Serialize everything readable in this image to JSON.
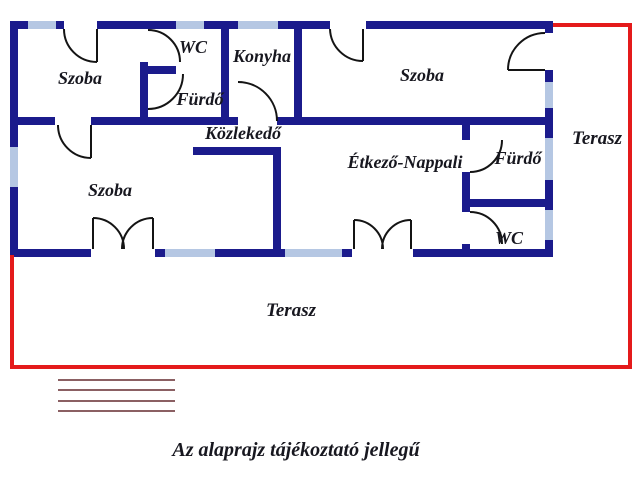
{
  "colors": {
    "wall": "#1b1b8c",
    "window": "#b5c7e3",
    "terrace": "#e41a1b",
    "notes": "#8b6063",
    "text": "#17171f",
    "door": "#141414"
  },
  "rooms": {
    "szoba_top_left": "Szoba",
    "wc_top": "WC",
    "konyha": "Konyha",
    "furdo_top": "Fürdő",
    "szoba_top_right": "Szoba",
    "terasz_right": "Terasz",
    "kozlekedo": "Közlekedő",
    "etkezo_nappali": "Étkező-Nappali",
    "furdo_right": "Fürdő",
    "wc_right": "WC",
    "szoba_bottom_left": "Szoba",
    "terasz_bottom": "Terasz"
  },
  "caption": "Az alaprajz tájékoztató jellegű"
}
